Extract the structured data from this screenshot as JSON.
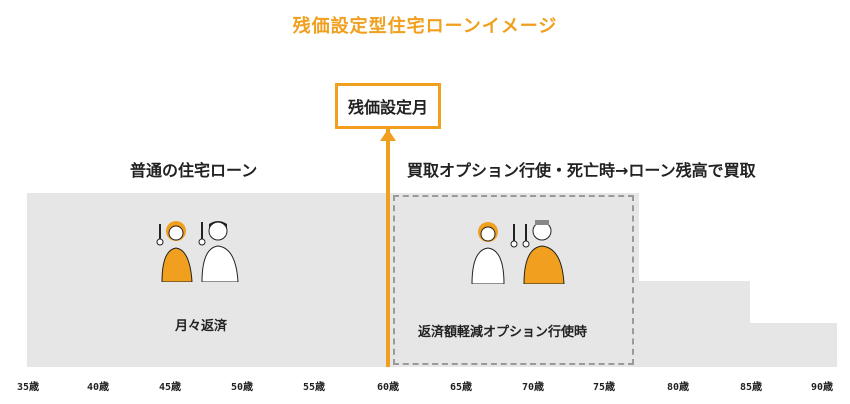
{
  "title": "残価設定型住宅ローンイメージ",
  "callout": {
    "label": "残価設定月"
  },
  "sections": {
    "left_label": "普通の住宅ローン",
    "right_label": "買取オプション行使・死亡時→ローン残高で買取"
  },
  "blocks": {
    "monthly_payment": "月々返済",
    "reduced_option": "返済額軽減オプション行使時"
  },
  "axis": {
    "ticks": [
      "35歳",
      "40歳",
      "45歳",
      "50歳",
      "55歳",
      "60歳",
      "65歳",
      "70歳",
      "75歳",
      "80歳",
      "85歳",
      "90歳"
    ]
  },
  "colors": {
    "accent": "#f0a01e",
    "block": "#e6e6e6",
    "dashed": "#9a9a9a"
  },
  "icons": {
    "young_couple": "young-couple-pointing-up-icon",
    "older_couple": "older-couple-pointing-up-icon"
  }
}
